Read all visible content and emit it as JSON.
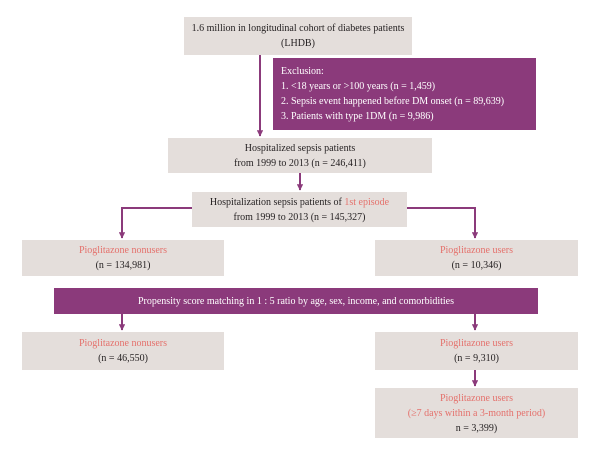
{
  "colors": {
    "box_fill": "#e4dedb",
    "accent_box_fill": "#8b3a7b",
    "arrow": "#8b3a7b",
    "highlight_text": "#e4716c"
  },
  "nodes": {
    "cohort": {
      "line1": "1.6 million in longitudinal cohort of diabetes patients",
      "line2": "(LHDB)"
    },
    "exclusion": {
      "title": "Exclusion:",
      "item1": "1. <18 years or >100 years (n = 1,459)",
      "item2": "2. Sepsis event happened before DM onset (n = 89,639)",
      "item3": "3. Patients with type 1DM (n = 9,986)"
    },
    "hospitalized": {
      "line1": "Hospitalized sepsis patients",
      "line2": "from 1999 to 2013 (n = 246,411)"
    },
    "first_episode": {
      "line1_prefix": "Hospitalization sepsis patients of ",
      "line1_highlight": "1st episode",
      "line2": "from 1999 to 2013 (n = 145,327)"
    },
    "nonusers": {
      "label": "Pioglitazone nonusers",
      "count": "(n = 134,981)"
    },
    "users": {
      "label": "Pioglitazone users",
      "count": "(n = 10,346)"
    },
    "matching": {
      "text": "Propensity score matching in 1 : 5 ratio by age, sex, income, and comorbidities"
    },
    "matched_nonusers": {
      "label": "Pioglitazone nonusers",
      "count": "(n = 46,550)"
    },
    "matched_users": {
      "label": "Pioglitazone users",
      "count": "(n = 9,310)"
    },
    "long_users": {
      "label": "Pioglitazone users",
      "sublabel": "(≥7 days within a 3-month period)",
      "count": "n = 3,399)"
    }
  }
}
